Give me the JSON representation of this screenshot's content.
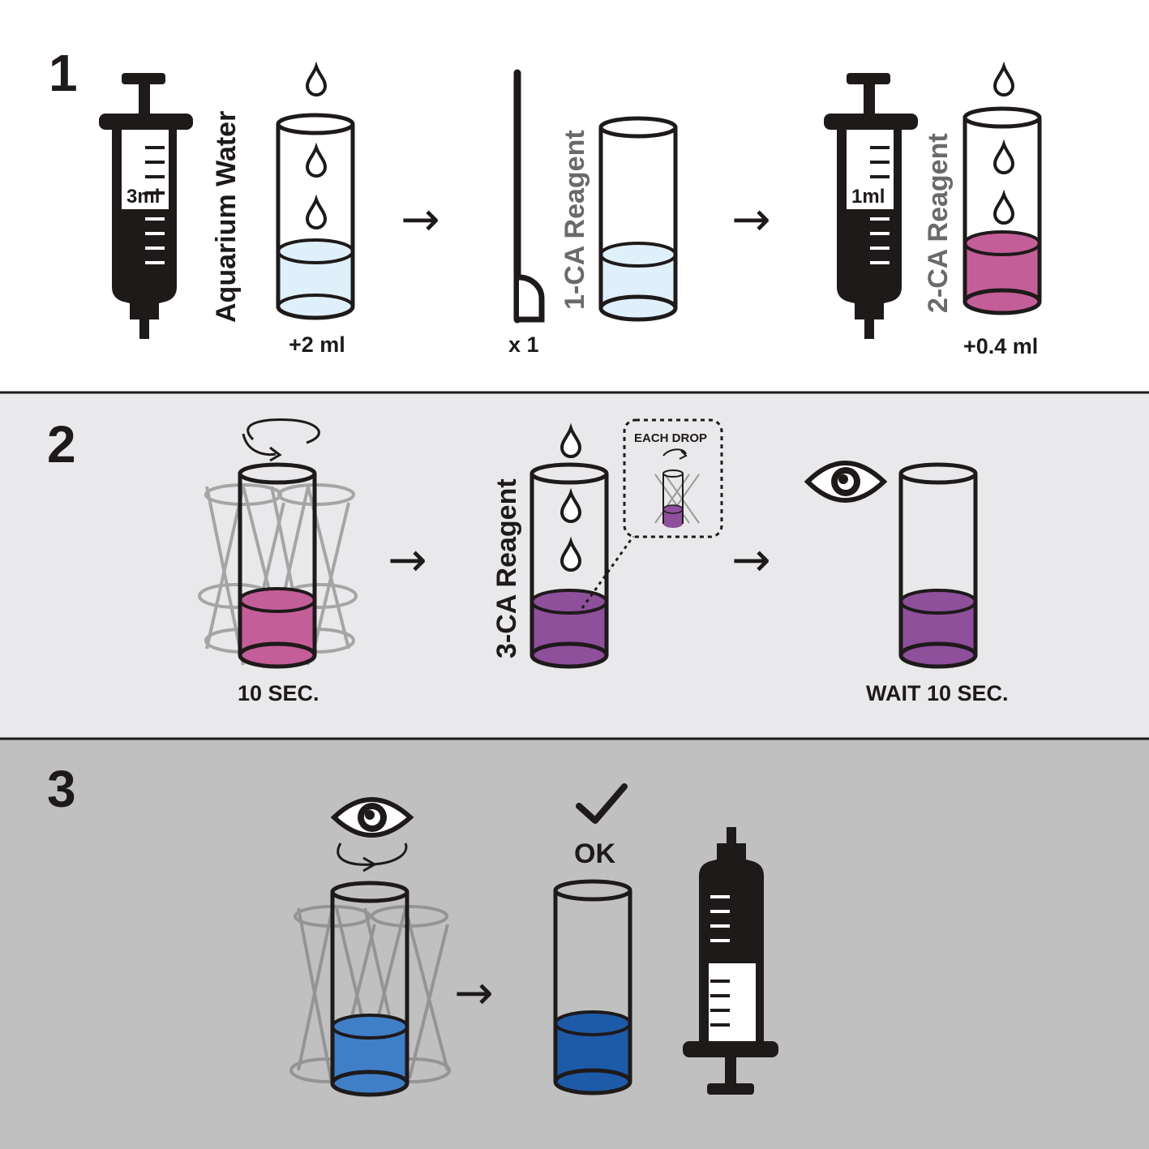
{
  "colors": {
    "ink": "#1e1a1a",
    "grey_label": "#6a6a6a",
    "panel1": "#ffffff",
    "panel2": "#e9e8ea",
    "panel3": "#c1c0c1",
    "water": "#dff0fb",
    "pink": "#c45e98",
    "purple": "#8e4f9b",
    "blue_light": "#3f7fc8",
    "blue_dark": "#1d5ba9"
  },
  "steps": [
    {
      "number": "1",
      "syringe_left_mark": "3ml",
      "aquarium_label": "Aquarium Water",
      "tube1_amount": "+2 ml",
      "spoon_count": "x 1",
      "reagent1": "1-CA Reagent",
      "syringe_right_mark": "1ml",
      "reagent2": "2-CA Reagent",
      "tube3_amount": "+0.4 ml",
      "arrow": "→"
    },
    {
      "number": "2",
      "shake_time": "10 SEC.",
      "reagent3": "3-CA Reagent",
      "each_drop": "EACH DROP",
      "wait": "WAIT 10 SEC.",
      "arrow": "→"
    },
    {
      "number": "3",
      "ok_label": "OK",
      "arrow": "→"
    }
  ]
}
